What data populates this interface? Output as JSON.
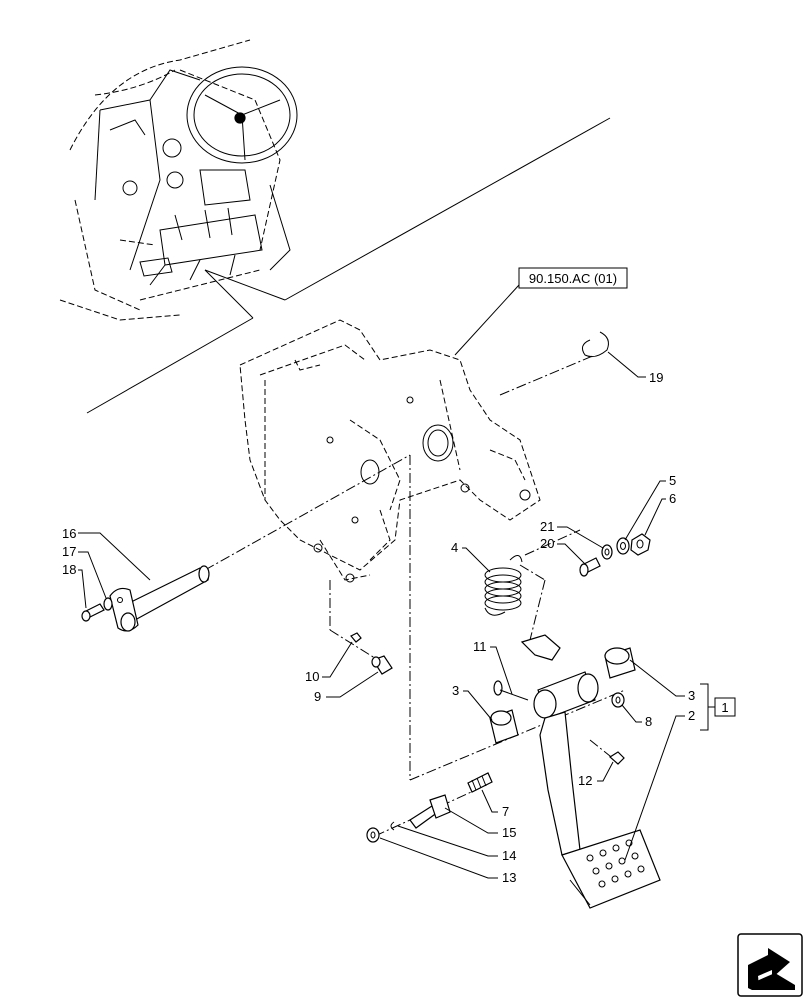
{
  "reference_label": "90.150.AC (01)",
  "kit_label": "1",
  "callouts": {
    "c1": "1",
    "c2": "2",
    "c3a": "3",
    "c3b": "3",
    "c4": "4",
    "c5": "5",
    "c6": "6",
    "c7": "7",
    "c8": "8",
    "c9": "9",
    "c10": "10",
    "c11": "11",
    "c12": "12",
    "c13": "13",
    "c14": "14",
    "c15": "15",
    "c16": "16",
    "c17": "17",
    "c18": "18",
    "c19": "19",
    "c20": "20",
    "c21": "21"
  },
  "icons": {
    "overview": "tractor-cab-overview-icon",
    "nav": "next-page-arrow-icon"
  }
}
